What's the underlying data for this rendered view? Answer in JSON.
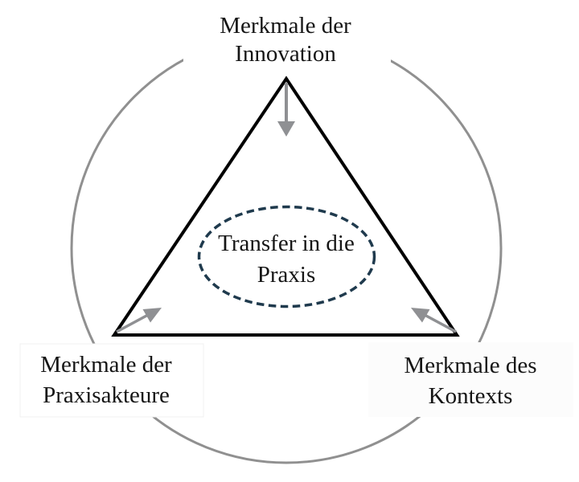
{
  "diagram": {
    "title": "Transfer in die Praxis model",
    "labels": {
      "top": {
        "line1": "Merkmale der",
        "line2": "Innovation"
      },
      "bottom_left": {
        "line1": "Merkmale der",
        "line2": "Praxisakteure"
      },
      "bottom_right": {
        "line1": "Merkmale des",
        "line2": "Kontexts"
      },
      "center": {
        "line1": "Transfer in die",
        "line2": "Praxis"
      }
    },
    "colors": {
      "background": "#ffffff",
      "triangle": "#000000",
      "circle": "#909090",
      "arrow": "#8f9093",
      "dashed_ellipse": "#1f3a4d",
      "text": "#151515",
      "label_box": "#fcfcfc",
      "label_box_border": "#f1f1f1"
    }
  }
}
